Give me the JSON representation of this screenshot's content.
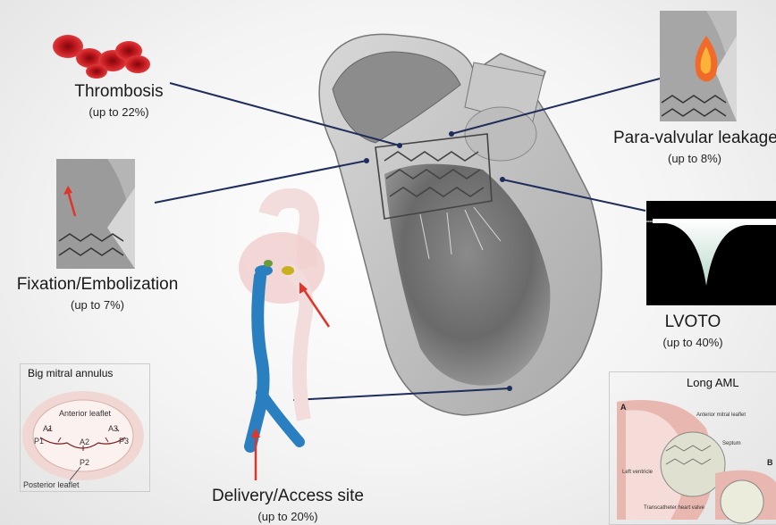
{
  "complications": [
    {
      "name": "Thrombosis",
      "pct": "(up to 22%)"
    },
    {
      "name": "Fixation/Embolization",
      "pct": "(up to 7%)"
    },
    {
      "name": "Delivery/Access site",
      "pct": "(up to 20%)"
    },
    {
      "name": "Para-valvular leakage",
      "pct": "(up to 8%)"
    },
    {
      "name": "LVOTO",
      "pct": "(up to 40%)"
    }
  ],
  "mitral_inset": {
    "title": "Big mitral annulus",
    "labels": {
      "anterior": "Anterior leaflet",
      "posterior": "Posterior leaflet",
      "a1": "A1",
      "a2": "A2",
      "a3": "A3",
      "p1": "P1",
      "p2": "P2",
      "p3": "P3"
    }
  },
  "aml_inset": {
    "title": "Long AML",
    "labels": {
      "a": "A",
      "b": "B",
      "aml": "Anterior mitral leaflet",
      "septum": "Septum",
      "lv": "Left ventricle",
      "thv": "Transcatheter heart valve"
    }
  },
  "colors": {
    "line": "#1f2d5a",
    "arrow": "#e0352b",
    "vessel": "#2a7fc0",
    "blood": "#c4161c"
  }
}
